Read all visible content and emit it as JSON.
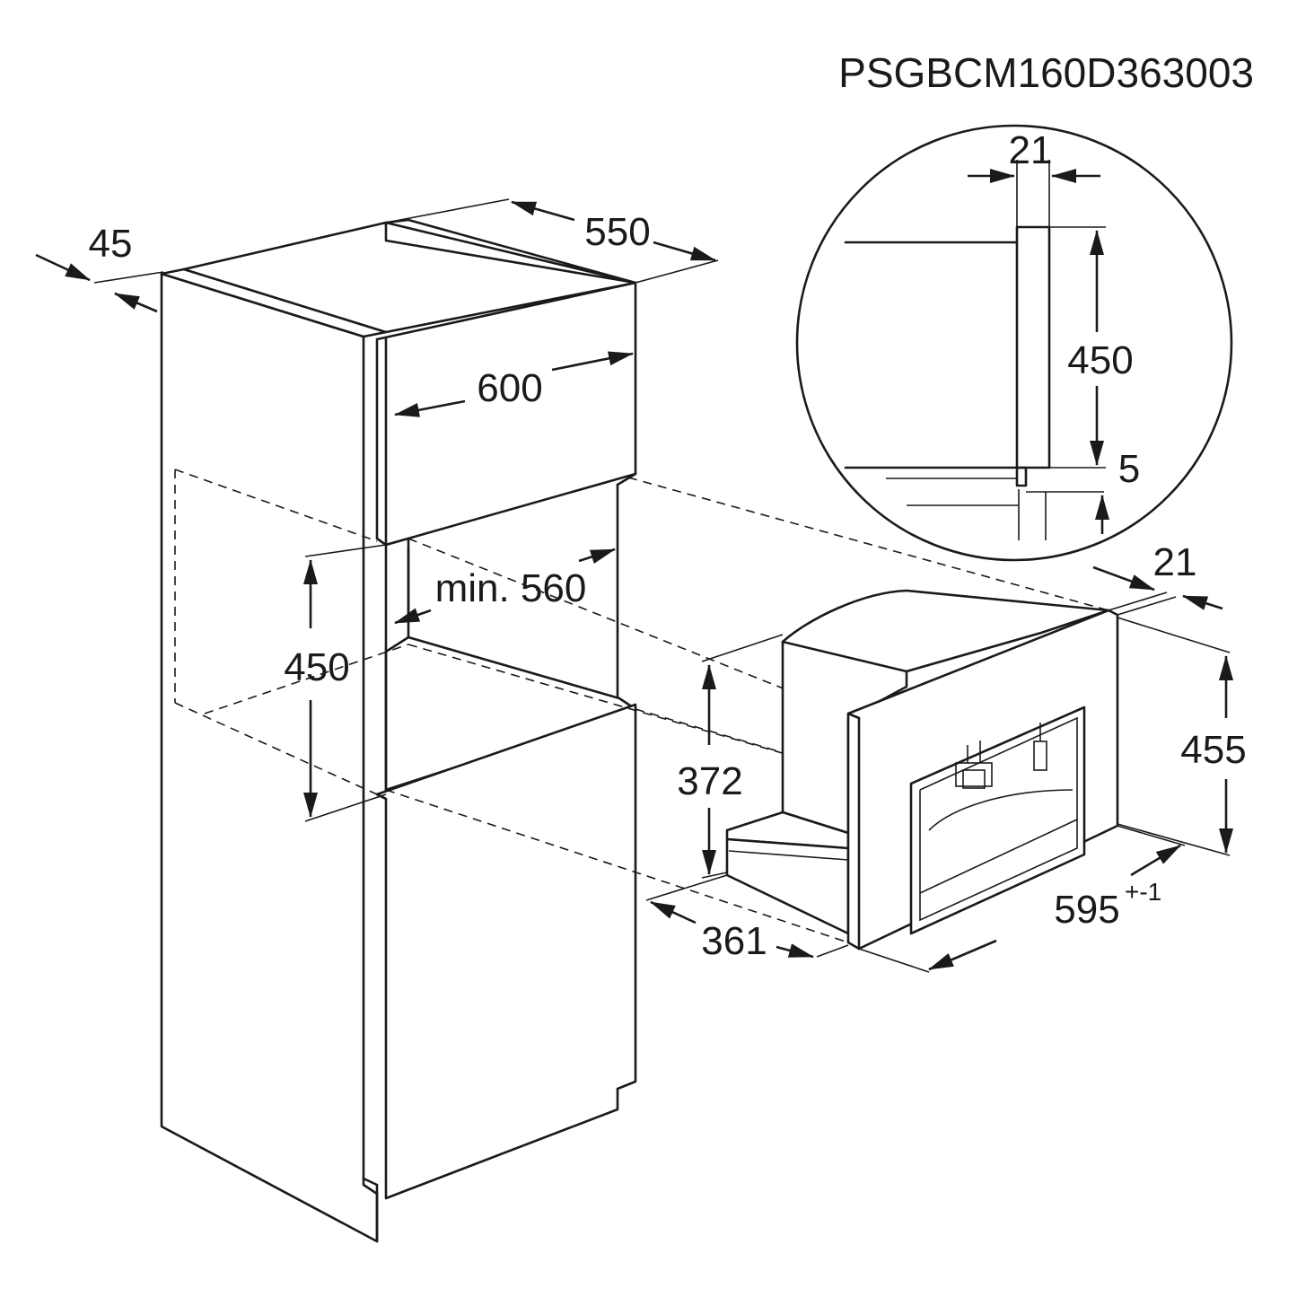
{
  "diagram": {
    "code": "PSGBCM160D363003",
    "dimensions": {
      "d45": "45",
      "d550": "550",
      "d600": "600",
      "min560": "min. 560",
      "cab450": "450",
      "det21": "21",
      "det450": "450",
      "det5": "5",
      "app21": "21",
      "app455": "455",
      "app372": "372",
      "app361": "361",
      "app595": "595",
      "app595_tol": "+-1"
    }
  }
}
